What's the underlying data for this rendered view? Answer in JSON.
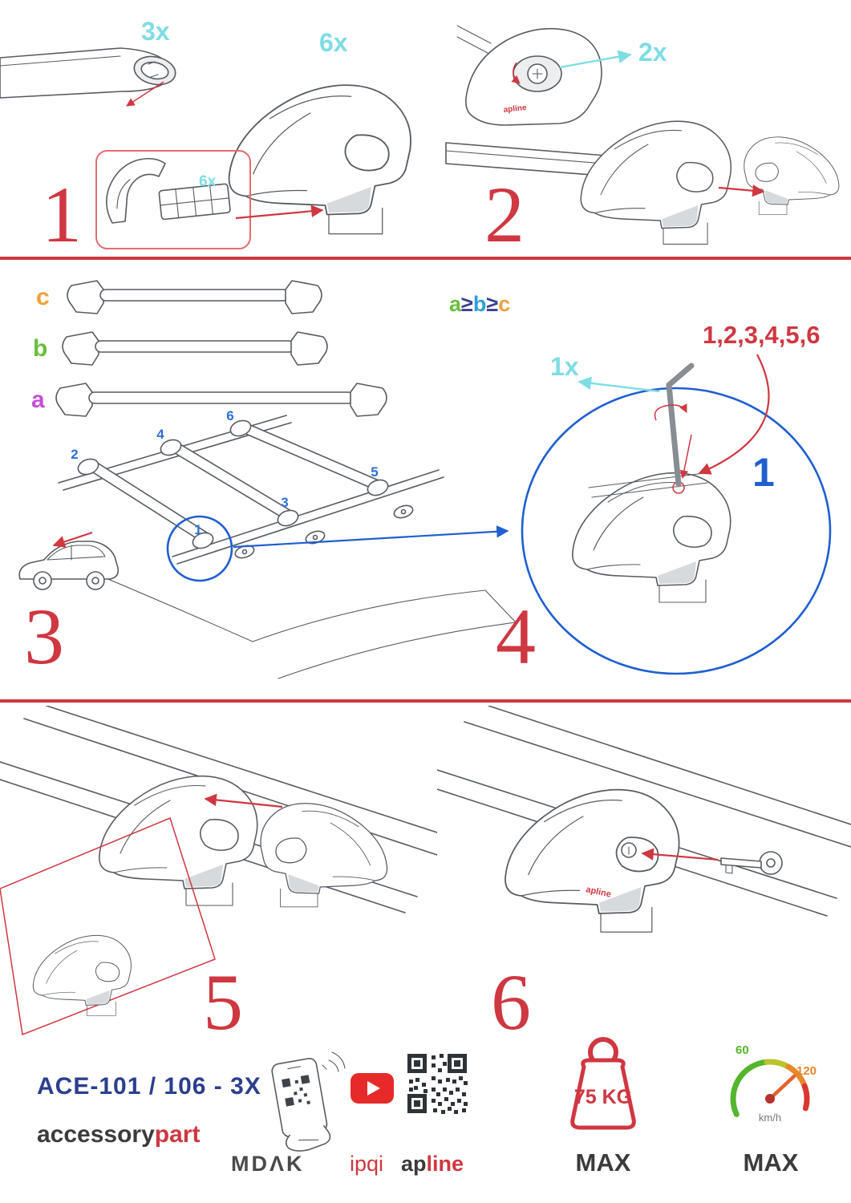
{
  "page": {
    "type": "roof-rack-crossbar-installation-manual"
  },
  "colors": {
    "accent_red": "#cf3741",
    "cyan": "#7edde3",
    "blue": "#1f5fd0",
    "navy": "#2c3e8f",
    "orange": "#f0a13c",
    "green": "#6abf3a",
    "magenta": "#c44fd6",
    "teal": "#2e9fd4"
  },
  "step1": {
    "number": "1",
    "endcap_qty": "3x",
    "foot_qty": "6x",
    "pad_qty": "6x"
  },
  "step2": {
    "number": "2",
    "screw_qty": "2x"
  },
  "step3": {
    "number": "3",
    "bar_labels": {
      "c": "c",
      "b": "b",
      "a": "a"
    },
    "size_rule": {
      "a": "a",
      "gte1": "≥",
      "b": "b",
      "gte2": "≥",
      "c": "c"
    },
    "positions": {
      "p1": "1",
      "p2": "2",
      "p3": "3",
      "p4": "4",
      "p5": "5",
      "p6": "6"
    }
  },
  "step4": {
    "number": "4",
    "key_qty": "1x",
    "tighten_sequence": "1,2,3,4,5,6",
    "first_position": "1"
  },
  "step5": {
    "number": "5"
  },
  "step6": {
    "number": "6"
  },
  "brand": {
    "foot_logo": "apline"
  },
  "footer": {
    "model": "ACE-101 / 106 - 3X",
    "accessory": "accessory",
    "part": "part",
    "mdak": "MDΛK",
    "ipqi": "ipqi",
    "ap": "ap",
    "line": "line",
    "weight_value": "75 KG",
    "weight_max_label": "MAX",
    "speed_min": "60",
    "speed_max_value": "120",
    "speed_unit": "km/h",
    "speed_max_label": "MAX"
  }
}
